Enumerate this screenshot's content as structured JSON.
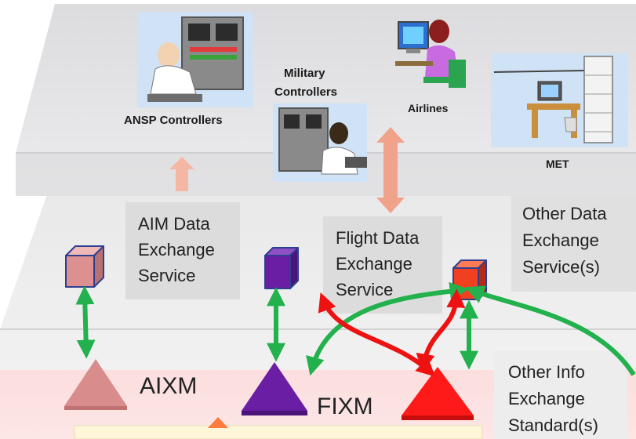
{
  "actors": {
    "ansp": "ANSP Controllers",
    "military_line1": "Military",
    "military_line2": "Controllers",
    "airlines": "Airlines",
    "met": "MET"
  },
  "services": {
    "aim": [
      "AIM Data",
      "Exchange",
      "Service"
    ],
    "flight": [
      "Flight Data",
      "Exchange",
      "Service"
    ],
    "other": [
      "Other Data",
      "Exchange",
      "Service(s)"
    ]
  },
  "standards": {
    "aixm": "AIXM",
    "fixm": "FIXM",
    "other": [
      "Other Info",
      "Exchange",
      "Standard(s)"
    ]
  },
  "colors": {
    "top_layer": "#e3e3e6",
    "middle_layer": "#ececec",
    "bottom_layer": "#fadcdc",
    "aixm": "#d98c8c",
    "fixm": "#6a1ea3",
    "other_standard": "#ff1a1a",
    "link_green": "#22b14c",
    "link_red": "#ee1111",
    "link_salmon": "#f1a28a"
  }
}
